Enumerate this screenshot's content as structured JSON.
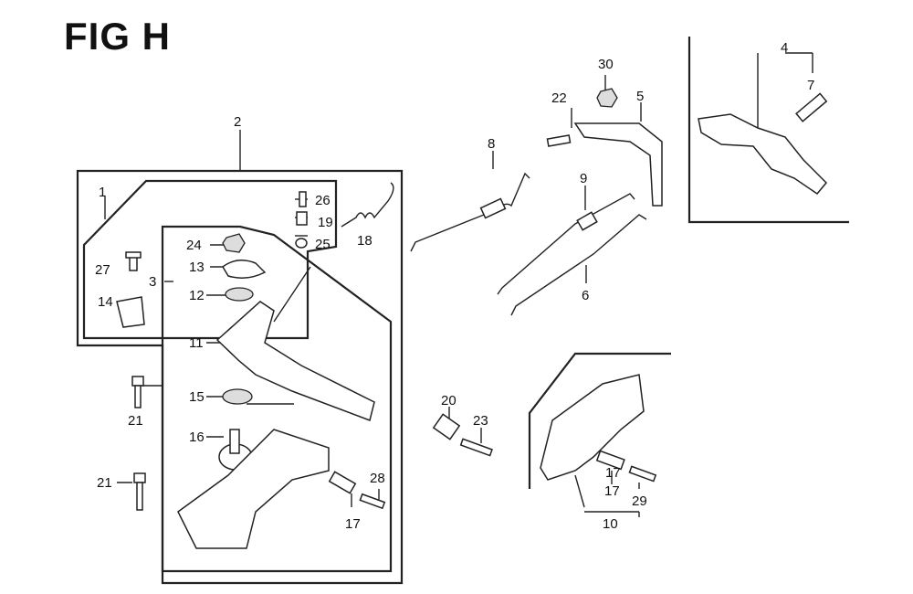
{
  "figure": {
    "title": "FIG H"
  },
  "callouts": [
    "1",
    "2",
    "3",
    "4",
    "5",
    "6",
    "7",
    "8",
    "9",
    "10",
    "11",
    "12",
    "13",
    "14",
    "15",
    "16",
    "17",
    "17",
    "17",
    "18",
    "19",
    "20",
    "21",
    "21",
    "22",
    "23",
    "24",
    "25",
    "26",
    "27",
    "28",
    "29",
    "30"
  ]
}
